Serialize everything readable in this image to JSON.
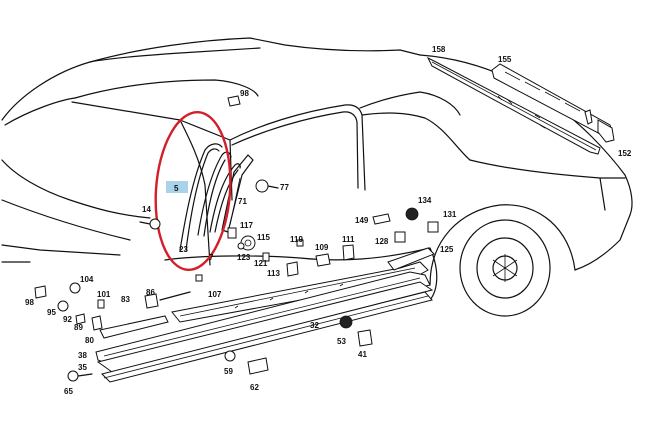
{
  "diagram": {
    "highlight_label": "5",
    "highlight_color": "#a9d3e8",
    "circle_color": "#d21f2a",
    "part_numbers": [
      {
        "id": "158",
        "label": "158"
      },
      {
        "id": "155",
        "label": "155"
      },
      {
        "id": "152",
        "label": "152"
      },
      {
        "id": "98a",
        "label": "98"
      },
      {
        "id": "77",
        "label": "77"
      },
      {
        "id": "71",
        "label": "71"
      },
      {
        "id": "14",
        "label": "14"
      },
      {
        "id": "23",
        "label": "23"
      },
      {
        "id": "7",
        "label": "7"
      },
      {
        "id": "117",
        "label": "117"
      },
      {
        "id": "115",
        "label": "115"
      },
      {
        "id": "123",
        "label": "123"
      },
      {
        "id": "121",
        "label": "121"
      },
      {
        "id": "113",
        "label": "113"
      },
      {
        "id": "119",
        "label": "119"
      },
      {
        "id": "109",
        "label": "109"
      },
      {
        "id": "111",
        "label": "111"
      },
      {
        "id": "149",
        "label": "149"
      },
      {
        "id": "134",
        "label": "134"
      },
      {
        "id": "131",
        "label": "131"
      },
      {
        "id": "128",
        "label": "128"
      },
      {
        "id": "125",
        "label": "125"
      },
      {
        "id": "104",
        "label": "104"
      },
      {
        "id": "98b",
        "label": "98"
      },
      {
        "id": "101",
        "label": "101"
      },
      {
        "id": "86",
        "label": "86"
      },
      {
        "id": "83",
        "label": "83"
      },
      {
        "id": "95",
        "label": "95"
      },
      {
        "id": "92",
        "label": "92"
      },
      {
        "id": "89",
        "label": "89"
      },
      {
        "id": "80",
        "label": "80"
      },
      {
        "id": "107",
        "label": "107"
      },
      {
        "id": "32",
        "label": "32"
      },
      {
        "id": "38",
        "label": "38"
      },
      {
        "id": "35",
        "label": "35"
      },
      {
        "id": "53",
        "label": "53"
      },
      {
        "id": "41",
        "label": "41"
      },
      {
        "id": "59",
        "label": "59"
      },
      {
        "id": "62",
        "label": "62"
      },
      {
        "id": "65",
        "label": "65"
      }
    ]
  }
}
